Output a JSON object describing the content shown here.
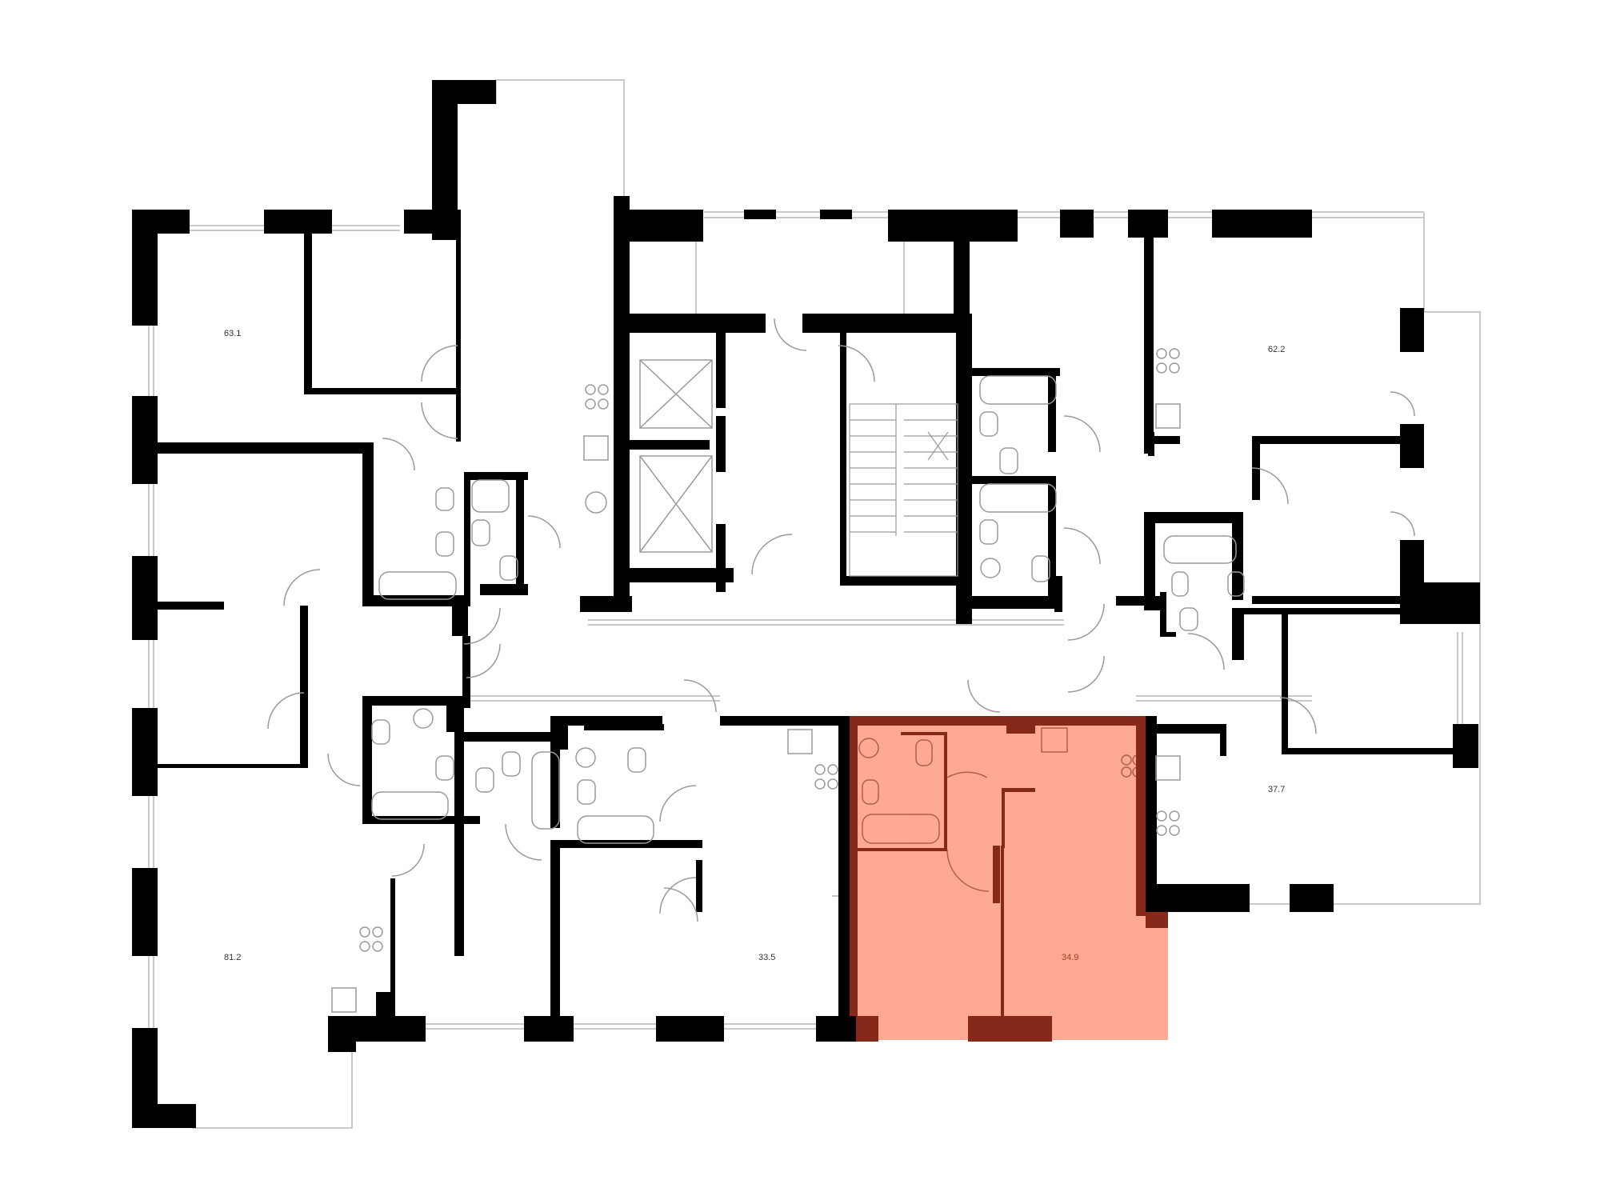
{
  "plan": {
    "units": [
      {
        "id": "u63",
        "area": "63.1",
        "selected": false
      },
      {
        "id": "u62",
        "area": "62.2",
        "selected": false
      },
      {
        "id": "u81",
        "area": "81.2",
        "selected": false
      },
      {
        "id": "u33",
        "area": "33.5",
        "selected": false
      },
      {
        "id": "u34",
        "area": "34.9",
        "selected": true
      },
      {
        "id": "u37",
        "area": "37.7",
        "selected": false
      }
    ],
    "colors": {
      "wall": "#000000",
      "thin_line": "#c9c9c9",
      "selected_fill": "#fda994",
      "selected_wall": "#86291a",
      "selected_label": "#a13a1e",
      "fixture_stroke": "#9a9a9a"
    }
  }
}
